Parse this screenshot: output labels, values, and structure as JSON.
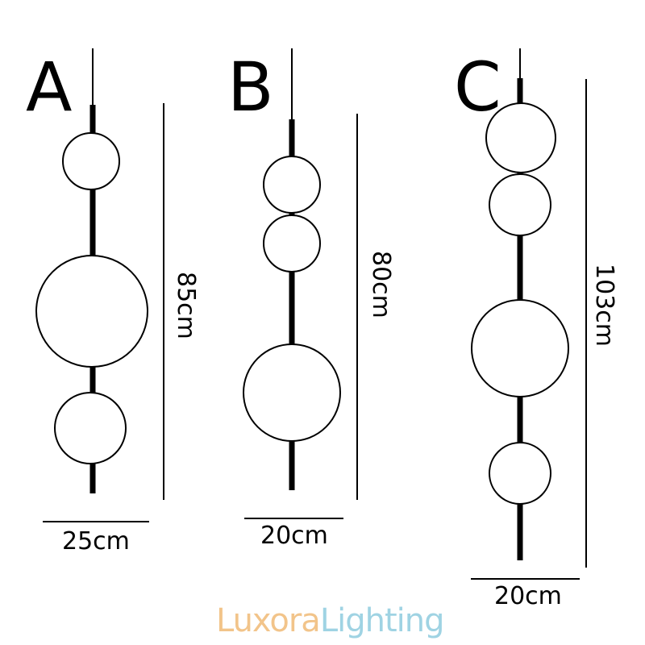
{
  "lamps": [
    {
      "letter": "A",
      "height_label": "85cm",
      "width_label": "25cm"
    },
    {
      "letter": "B",
      "height_label": "80cm",
      "width_label": "20cm"
    },
    {
      "letter": "C",
      "height_label": "103cm",
      "width_label": "20cm"
    }
  ],
  "brand": {
    "part1": "Luxora",
    "part2": "Lighting",
    "color1": "#f2c48a",
    "color2": "#9fd3e3"
  },
  "colors": {
    "line": "#000000",
    "background": "#ffffff"
  }
}
